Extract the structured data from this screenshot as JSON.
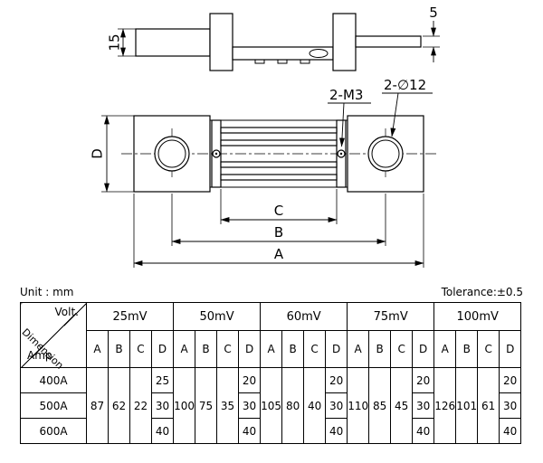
{
  "drawing": {
    "side": {
      "dim_height": "15",
      "dim_thickness": "5"
    },
    "top": {
      "label_screws": "2-M3",
      "label_holes": "2-∅12",
      "dim_d": "D",
      "dim_c": "C",
      "dim_b": "B",
      "dim_a": "A"
    }
  },
  "table": {
    "unit_note": "Unit : mm",
    "tolerance_note": "Tolerance:±0.5",
    "corner_volt": "Volt.",
    "corner_dimension": "Dimension",
    "corner_amp": "Amp",
    "volt_headers": [
      "25mV",
      "50mV",
      "60mV",
      "75mV",
      "100mV"
    ],
    "dim_headers": [
      "A",
      "B",
      "C",
      "D"
    ],
    "rows_amp": [
      "400A",
      "500A",
      "600A"
    ],
    "groups": [
      {
        "A": "87",
        "B": "62",
        "C": "22",
        "D400": "25",
        "D500": "30",
        "D600": "40"
      },
      {
        "A": "100",
        "B": "75",
        "C": "35",
        "D400": "20",
        "D500": "30",
        "D600": "40"
      },
      {
        "A": "105",
        "B": "80",
        "C": "40",
        "D400": "20",
        "D500": "30",
        "D600": "40"
      },
      {
        "A": "110",
        "B": "85",
        "C": "45",
        "D400": "20",
        "D500": "30",
        "D600": "40"
      },
      {
        "A": "126",
        "B": "101",
        "C": "61",
        "D400": "20",
        "D500": "30",
        "D600": "40"
      }
    ]
  }
}
